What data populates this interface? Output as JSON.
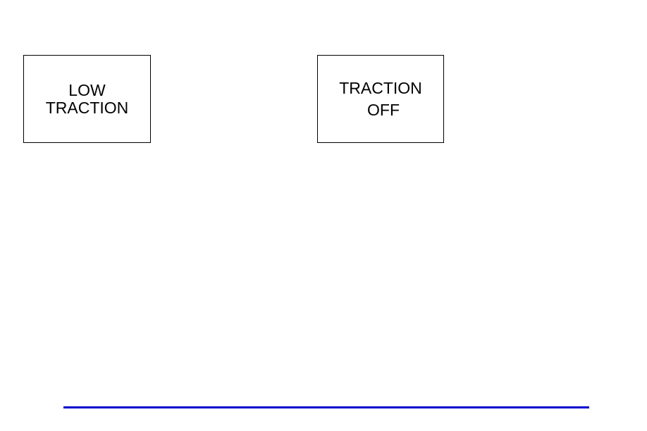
{
  "indicators": [
    {
      "lines": [
        "LOW",
        "TRACTION"
      ]
    },
    {
      "lines": [
        "TRACTION",
        "OFF"
      ]
    }
  ],
  "colors": {
    "border": "#000000",
    "text": "#000000",
    "rule": "#0000cc"
  }
}
